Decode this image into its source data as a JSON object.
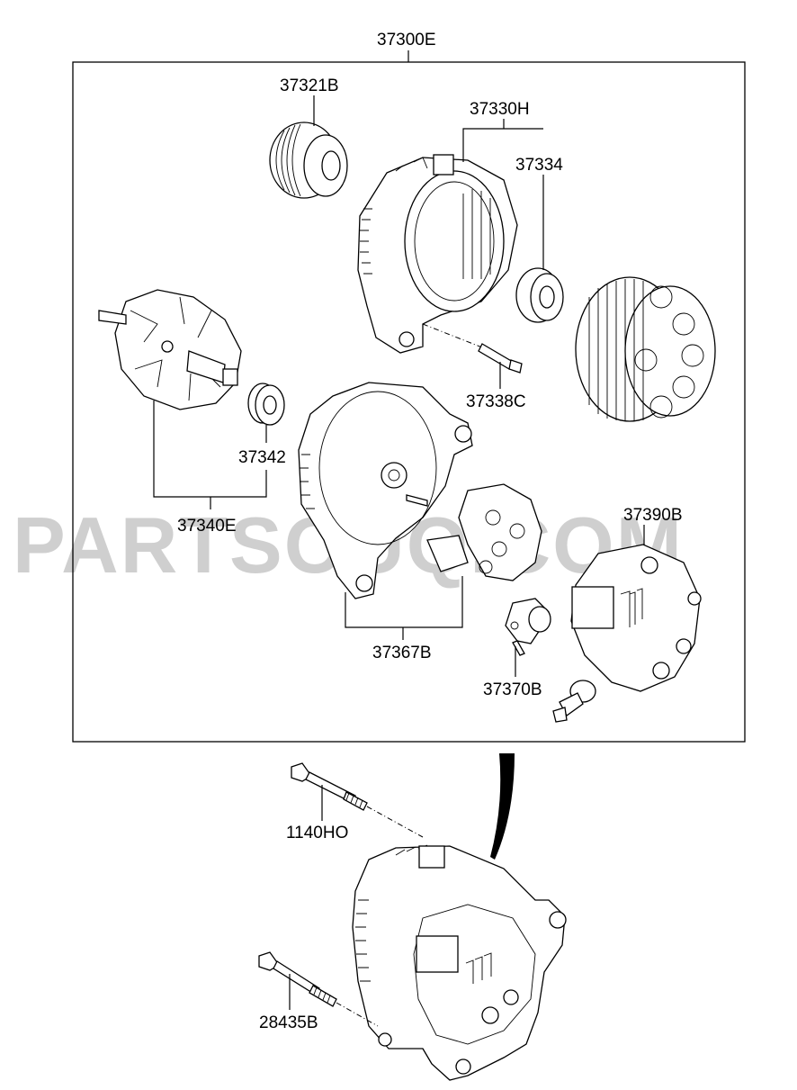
{
  "watermark": "PARTSOUQ.COM",
  "callouts": {
    "assembly": "37300E",
    "pulley": "37321B",
    "front_bracket": "37330H",
    "front_bearing": "37334",
    "through_bolt": "37338C",
    "rotor": "37340E",
    "rear_bearing": "37342",
    "rear_bracket_set": "37367B",
    "brush_holder": "37370B",
    "rear_cover": "37390B",
    "bolt_upper": "1140HO",
    "bolt_lower": "28435B"
  }
}
